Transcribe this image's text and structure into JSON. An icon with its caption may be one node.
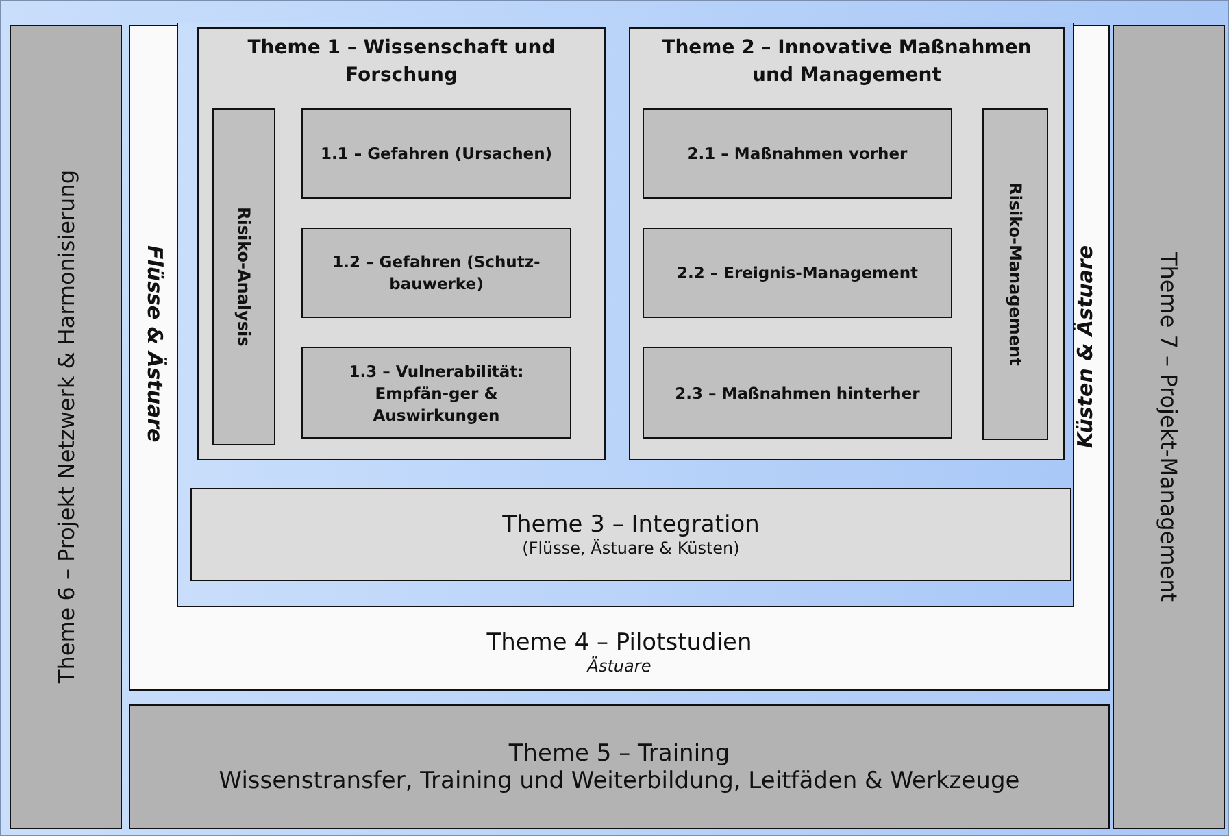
{
  "diagram": {
    "nodes": [
      {
        "text": [
          "Theme 6 – Projekt Netzwerk & Harmonisierung"
        ]
      },
      {
        "text": [
          "Theme 4 – Pilotstudien",
          "Ästuare"
        ]
      },
      {
        "text": [
          "Theme 1 – Wissenschaft und Forschung"
        ],
        "in": 1
      },
      {
        "text": [
          "Risiko-Analysis"
        ],
        "in": 2
      },
      {
        "text": [
          "1.1 – Gefahren (Ursachen)"
        ],
        "in": 2
      },
      {
        "text": [
          "1.2 – Gefahren (Schutz-bauwerke)"
        ],
        "in": 2
      },
      {
        "text": [
          "1.3 – Vulnerabilität: Empfän-ger & Auswirkungen"
        ],
        "in": 2
      },
      {
        "text": [
          "Theme 2 – Innovative Maßnahmen und Management"
        ],
        "in": 1
      },
      {
        "text": [
          "2.1 – Maßnahmen vorher"
        ],
        "in": 7
      },
      {
        "text": [
          "2.2 – Ereignis-Management"
        ],
        "in": 7
      },
      {
        "text": [
          "2.3 – Maßnahmen hinterher"
        ],
        "in": 7
      },
      {
        "text": [
          "Risiko-Management"
        ],
        "in": 7
      },
      {
        "text": [
          "Theme 3 – Integration",
          "(Flüsse, Ästuare & Küsten)"
        ],
        "in": 1
      },
      {
        "text": [
          "Theme 5 – Training",
          "Wissenstransfer, Training und Weiterbildung, Leitfäden & Werkzeuge"
        ]
      },
      {
        "text": [
          "Theme 7 – Projekt-Management"
        ]
      }
    ],
    "edges": [],
    "labels": [
      "Flüsse & Ästuare",
      "Küsten & Ästuare"
    ]
  }
}
